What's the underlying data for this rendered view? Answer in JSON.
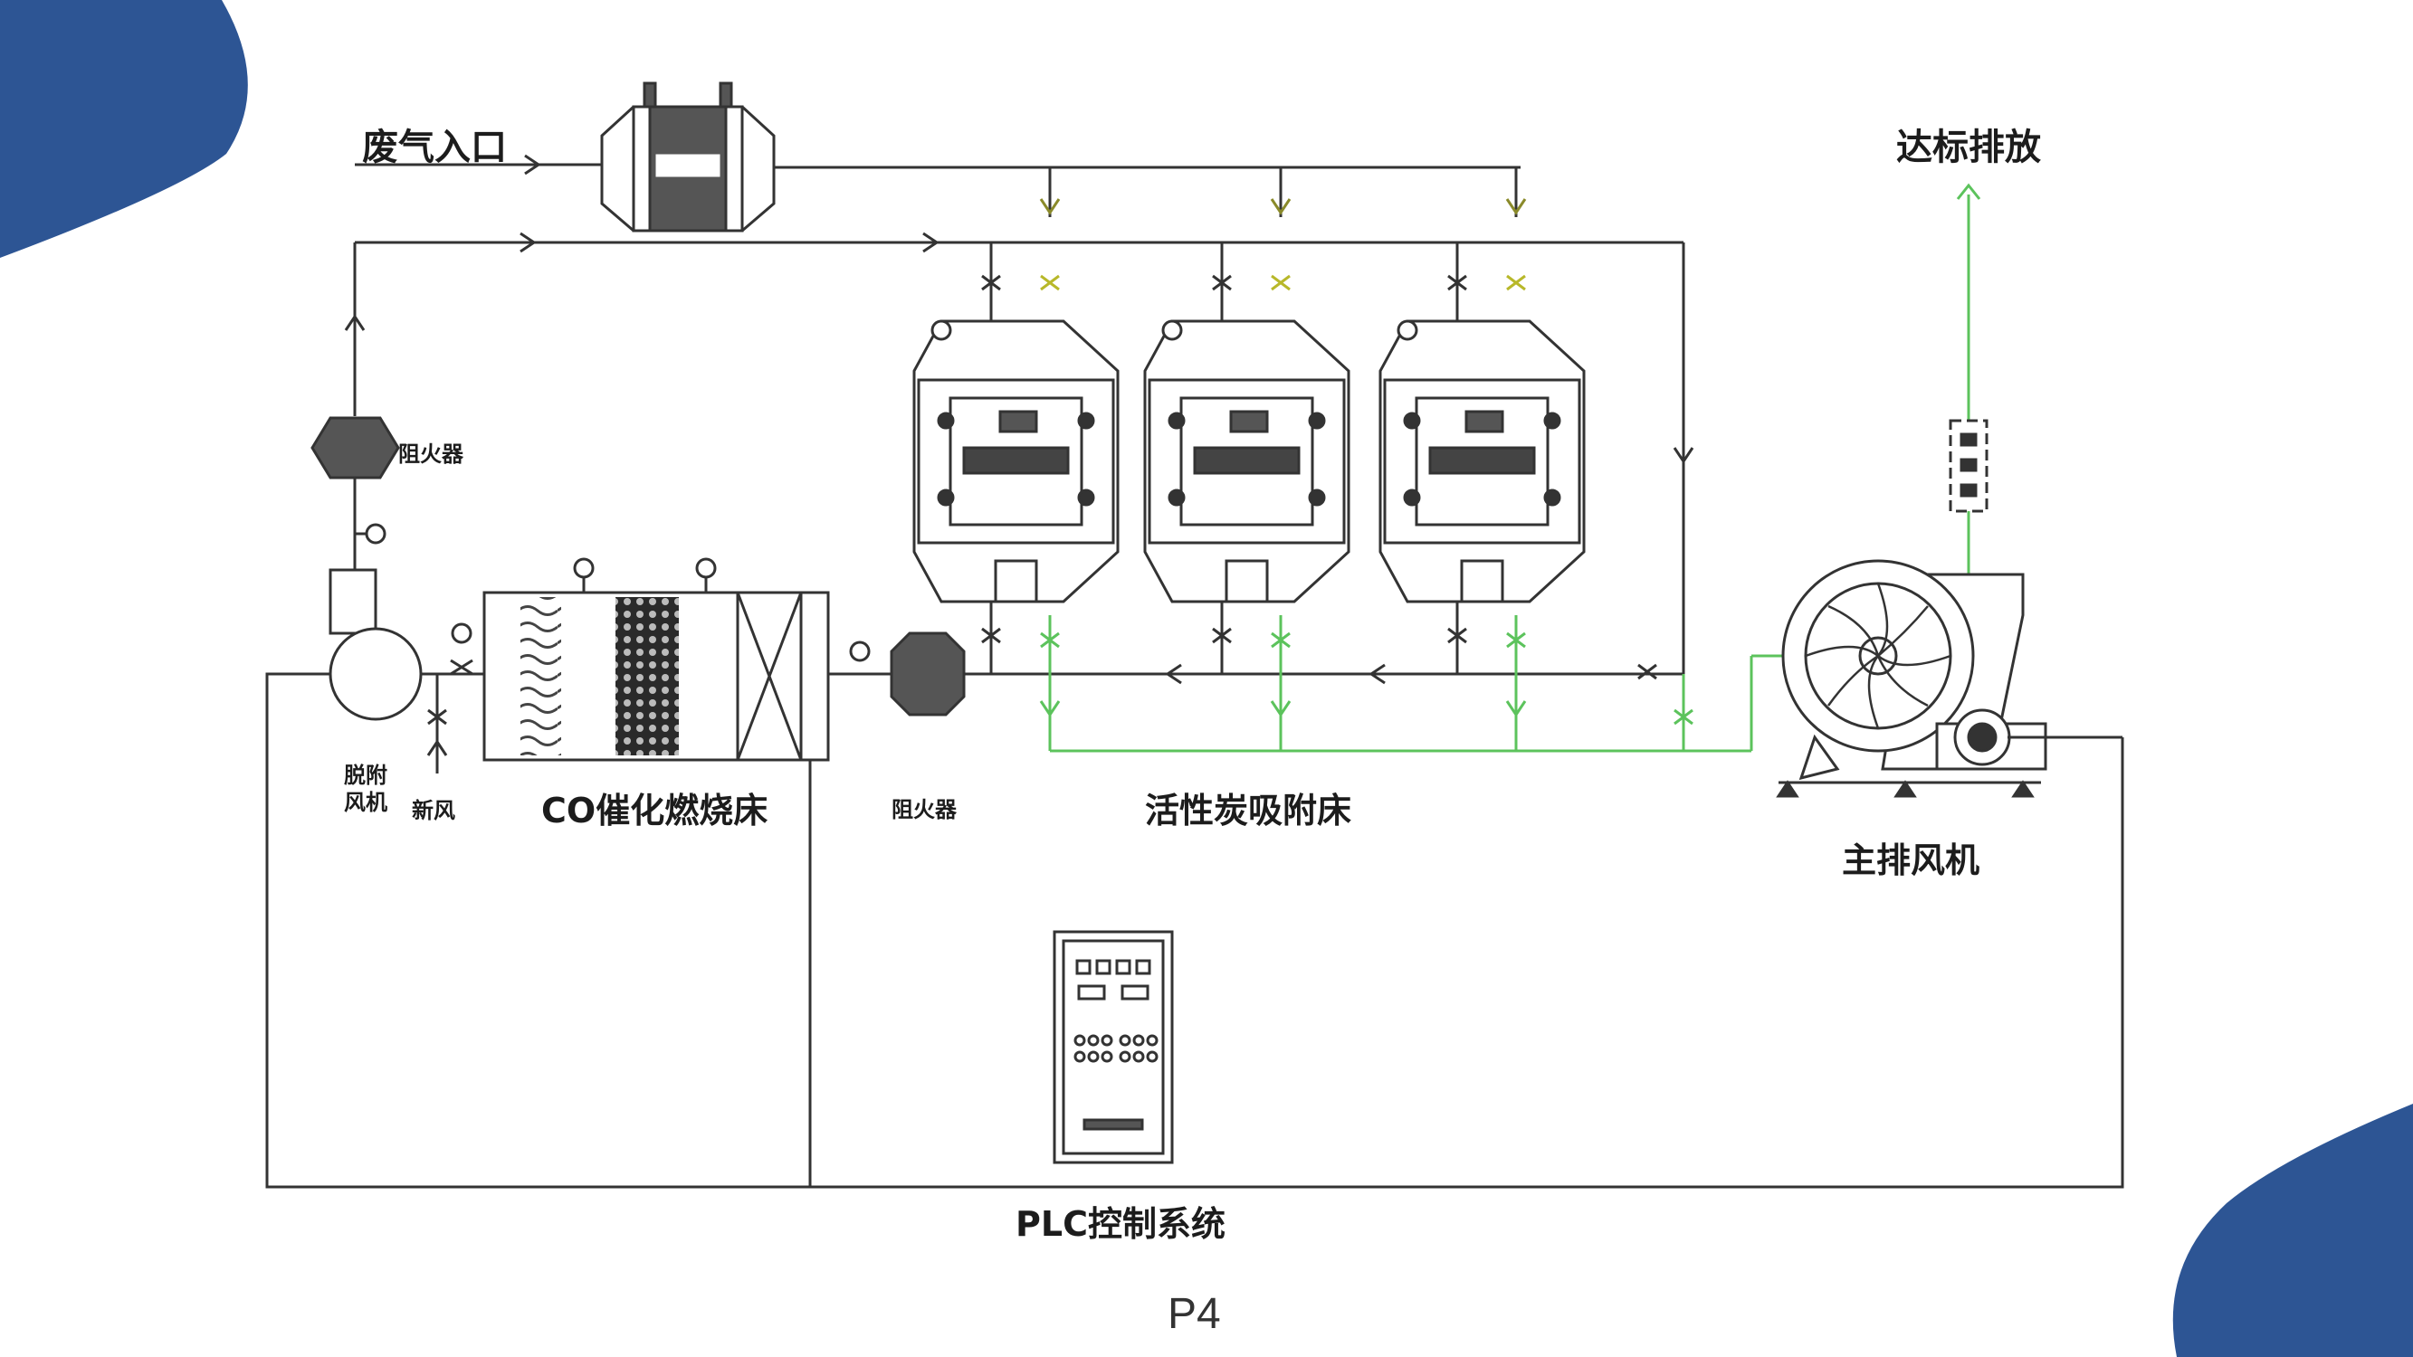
{
  "colors": {
    "accent_blob": "#2d5594",
    "line": "#333333",
    "green_line": "#5cc35c",
    "yellow_valve": "#b8b82a"
  },
  "labels": {
    "waste_gas_inlet": "废气入口",
    "discharge": "达标排放",
    "flame_arrester_top": "阻火器",
    "desorption_fan": "脱附\n风机",
    "fresh_air": "新风",
    "co_bed": "CO催化燃烧床",
    "flame_arrester_mid": "阻火器",
    "carbon_bed": "活性炭吸附床",
    "main_fan": "主排风机",
    "plc": "PLC控制系统",
    "page": "P4"
  }
}
